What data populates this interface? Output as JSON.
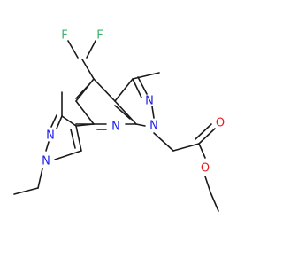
{
  "atom_labels": {
    "f_top_left": "F",
    "f_top_right": "F",
    "n_pyrazole_left_upper": "N",
    "n_pyrazole_left_lower": "N",
    "n_pyridine": "N",
    "n_pyrazole_fused_upper": "N",
    "n_pyrazole_fused_lower": "N",
    "o_carbonyl": "O",
    "o_ester": "O"
  },
  "colors": {
    "bond": "#1a1a1a",
    "fluorine": "#3cb371",
    "nitrogen": "#1e1ee6",
    "oxygen": "#e61e1e",
    "background": "#ffffff"
  }
}
